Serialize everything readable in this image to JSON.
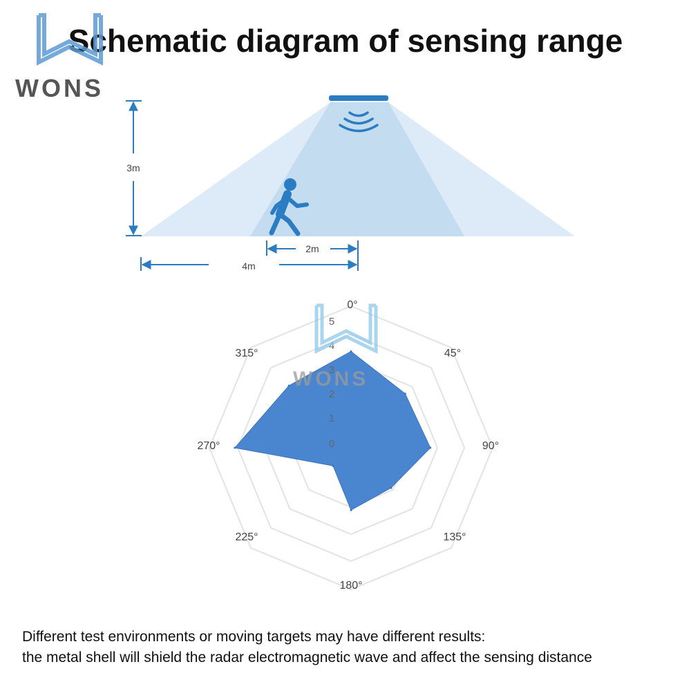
{
  "title": "Schematic diagram of sensing range",
  "brand": {
    "name": "WONS",
    "color": "#5b9bd5"
  },
  "colors": {
    "accent": "#2c7cc4",
    "beam": "#cfe4f3",
    "radar_fill": "#4a86d0",
    "grid": "#e3e3e3"
  },
  "side_view": {
    "icons": [
      "sensor-icon",
      "radar-wave-icon",
      "walking-person-icon"
    ],
    "height_label": "3m",
    "inner_width_label": "2m",
    "outer_width_label": "4m"
  },
  "chart_data": {
    "type": "radar",
    "angle_labels": [
      "0°",
      "45°",
      "90°",
      "135°",
      "180°",
      "225°",
      "270°",
      "315°"
    ],
    "radial_tick_labels": [
      "5",
      "4",
      "3",
      "2",
      "1",
      "0"
    ],
    "rlim": [
      0,
      5
    ],
    "grid": true,
    "values": [
      3.4,
      2.7,
      2.8,
      2.0,
      2.2,
      0.9,
      4.1,
      3.1
    ]
  },
  "notes": {
    "line1": "Different test environments or moving targets may have different results:",
    "line2": "the metal shell will shield the radar electromagnetic wave and affect the sensing distance"
  }
}
